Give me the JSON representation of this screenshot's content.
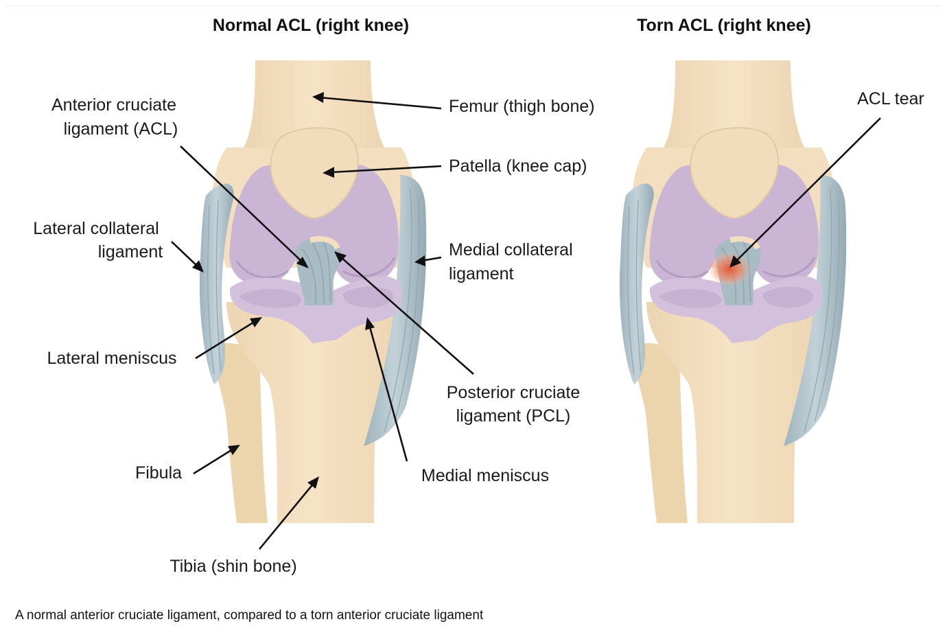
{
  "titles": {
    "normal": "Normal ACL (right knee)",
    "torn": "Torn ACL (right knee)"
  },
  "labels": {
    "acl_line1": "Anterior cruciate",
    "acl_line2": "ligament (ACL)",
    "femur": "Femur (thigh bone)",
    "patella": "Patella (knee cap)",
    "lcl_line1": "Lateral collateral",
    "lcl_line2": "ligament",
    "mcl_line1": "Medial collateral",
    "mcl_line2": "ligament",
    "lateral_meniscus": "Lateral meniscus",
    "pcl_line1": "Posterior cruciate",
    "pcl_line2": "ligament (PCL)",
    "fibula": "Fibula",
    "medial_meniscus": "Medial meniscus",
    "tibia": "Tibia (shin bone)",
    "acl_tear": "ACL tear"
  },
  "caption": "A normal anterior cruciate ligament, compared to a torn anterior cruciate ligament",
  "colors": {
    "bone": "#f4dfc0",
    "bone_shadow": "#e8cfa9",
    "cartilage": "#cdb8d6",
    "cartilage_dark": "#b9a2c6",
    "ligament": "#a9bcc4",
    "ligament_dark": "#8fa6b0",
    "tear": "#ec7a55"
  }
}
